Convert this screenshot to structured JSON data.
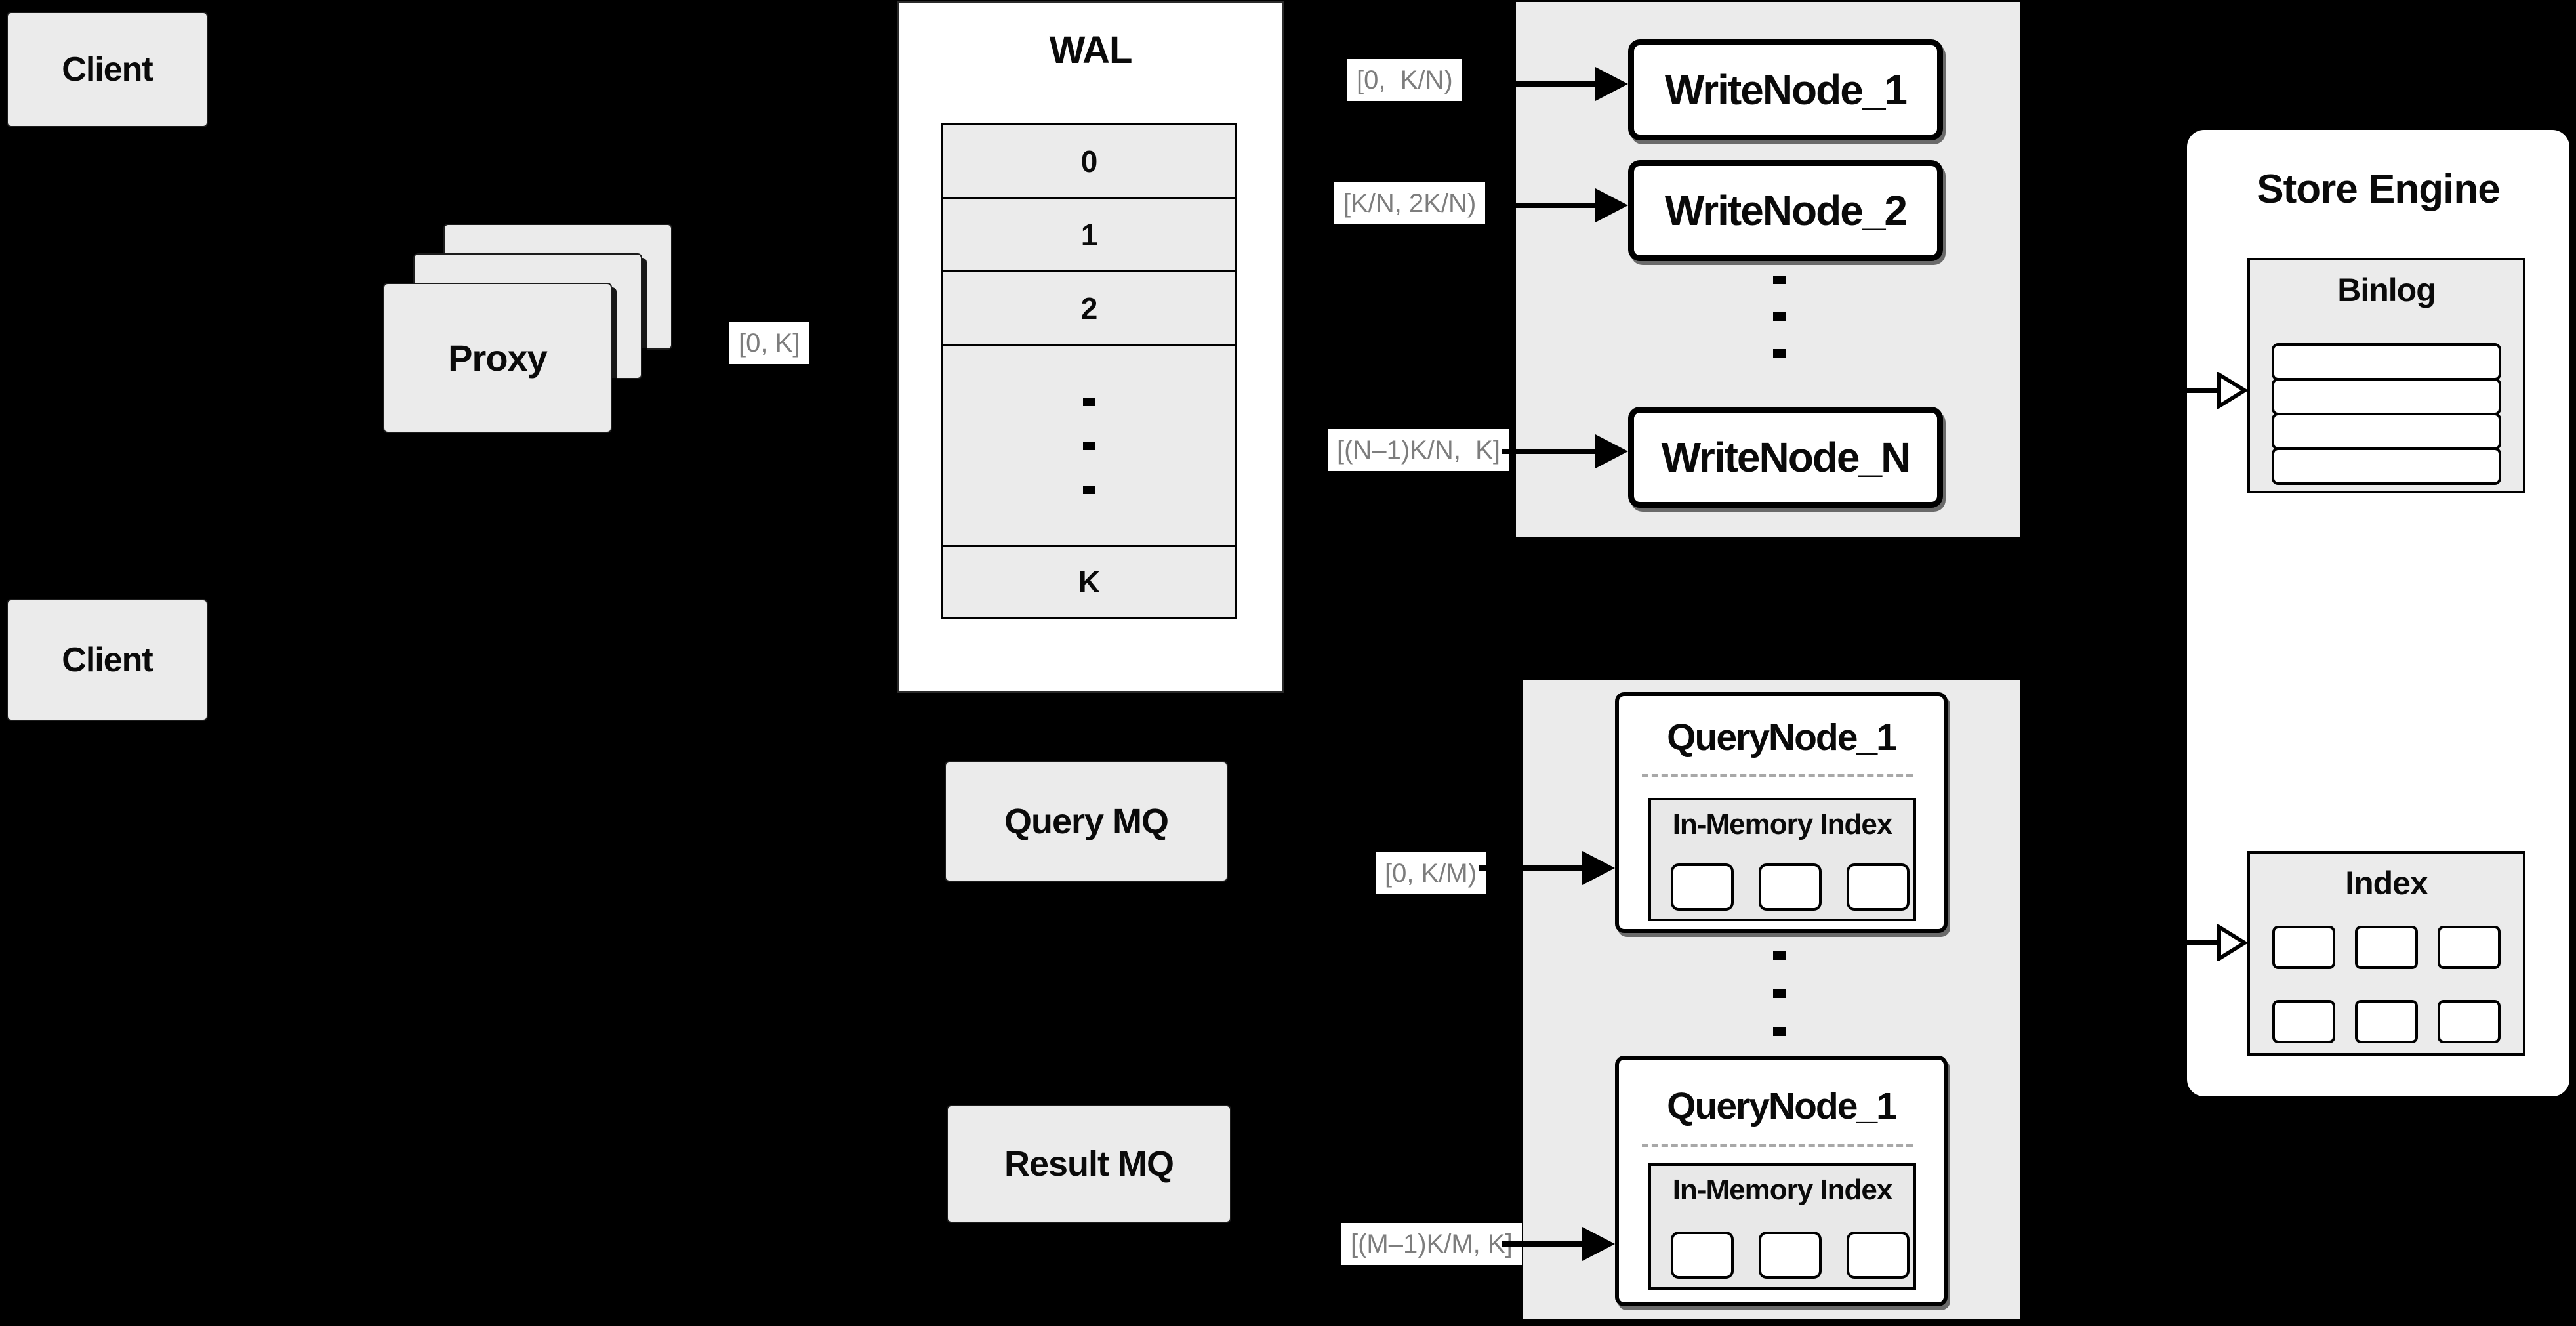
{
  "diagram": {
    "clients": [
      {
        "label": "Client"
      },
      {
        "label": "Client"
      }
    ],
    "proxy": {
      "label": "Proxy"
    },
    "wal": {
      "title": "WAL",
      "rows": [
        "0",
        "1",
        "2"
      ],
      "last_row": "K"
    },
    "edge_labels": {
      "proxy_out": "[0, K]",
      "write_1": "[0,  K/N)",
      "write_2": "[K/N, 2K/N)",
      "write_n": "[(N–1)K/N,  K]",
      "query_in": "[0, K/M)",
      "result_in": "[(M–1)K/M, K]"
    },
    "write_nodes": [
      {
        "label": "WriteNode_1"
      },
      {
        "label": "WriteNode_2"
      },
      {
        "label": "WriteNode_N"
      }
    ],
    "message_queues": [
      {
        "label": "Query MQ"
      },
      {
        "label": "Result MQ"
      }
    ],
    "query_nodes": [
      {
        "title": "QueryNode_1",
        "index_label": "In-Memory Index"
      },
      {
        "title": "QueryNode_1",
        "index_label": "In-Memory Index"
      }
    ],
    "store_engine": {
      "title": "Store Engine",
      "binlog_label": "Binlog",
      "index_label": "Index"
    },
    "colors": {
      "background": "#000000",
      "box_gray": "#ebebeb",
      "box_white": "#ffffff",
      "border": "#000000",
      "edge_label_text": "#7d7d7d"
    }
  }
}
